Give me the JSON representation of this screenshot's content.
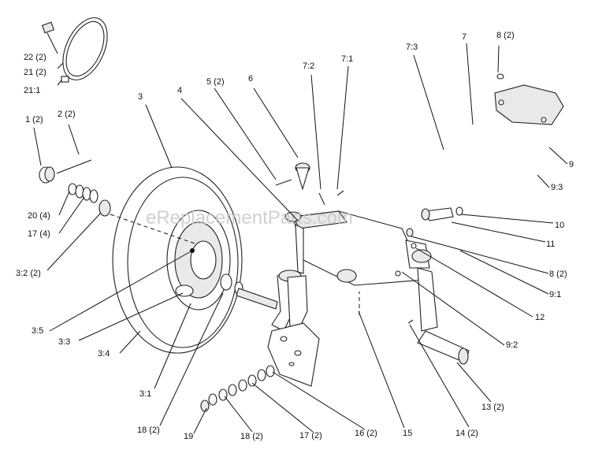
{
  "watermark": "eReplacementParts.com",
  "callouts": {
    "c22": "22 (2)",
    "c21": "21 (2)",
    "c21_1": "21:1",
    "c1": "1 (2)",
    "c2": "2 (2)",
    "c3": "3",
    "c4": "4",
    "c5": "5 (2)",
    "c6": "6",
    "c7_2": "7:2",
    "c7_1": "7:1",
    "c7_3": "7:3",
    "c7": "7",
    "c8a": "8 (2)",
    "c9": "9",
    "c9_3": "9:3",
    "c10": "10",
    "c11": "11",
    "c8b": "8 (2)",
    "c9_1": "9:1",
    "c12": "12",
    "c9_2": "9:2",
    "c20": "20 (4)",
    "c17a": "17 (4)",
    "c3_2": "3:2 (2)",
    "c3_5": "3:5",
    "c3_3": "3:3",
    "c3_4": "3:4",
    "c3_1": "3:1",
    "c13": "13 (2)",
    "c14": "14 (2)",
    "c15": "15",
    "c16": "16 (2)",
    "c17b": "17 (2)",
    "c18a": "18 (2)",
    "c18b": "18 (2)",
    "c19": "19"
  }
}
